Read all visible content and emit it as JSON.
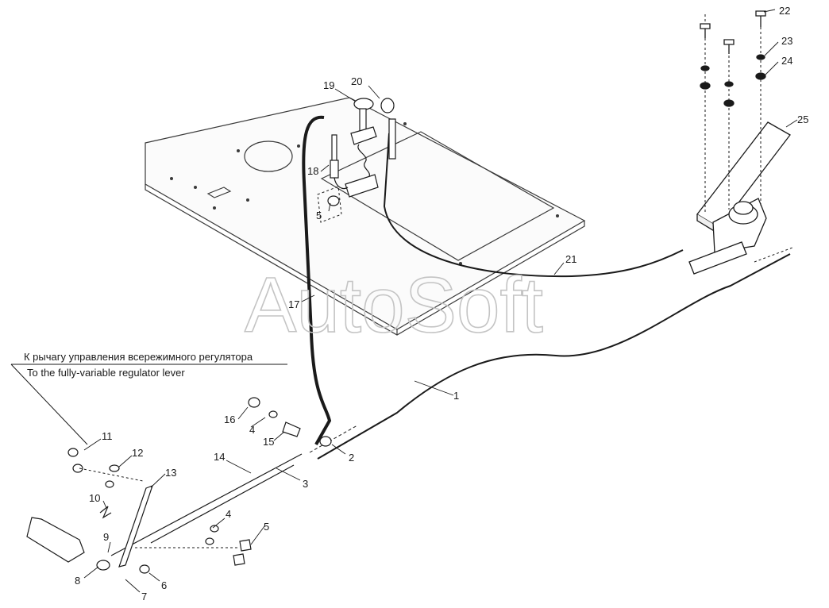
{
  "watermark": "AutoSoft",
  "caption": {
    "ru": "К рычагу управления всережимного регулятора",
    "en": "To the fully-variable regulator lever"
  },
  "callouts": [
    "1",
    "2",
    "3",
    "4",
    "4",
    "5",
    "5",
    "6",
    "7",
    "8",
    "9",
    "10",
    "11",
    "12",
    "13",
    "14",
    "15",
    "16",
    "17",
    "18",
    "19",
    "20",
    "21",
    "22",
    "23",
    "24",
    "25"
  ]
}
